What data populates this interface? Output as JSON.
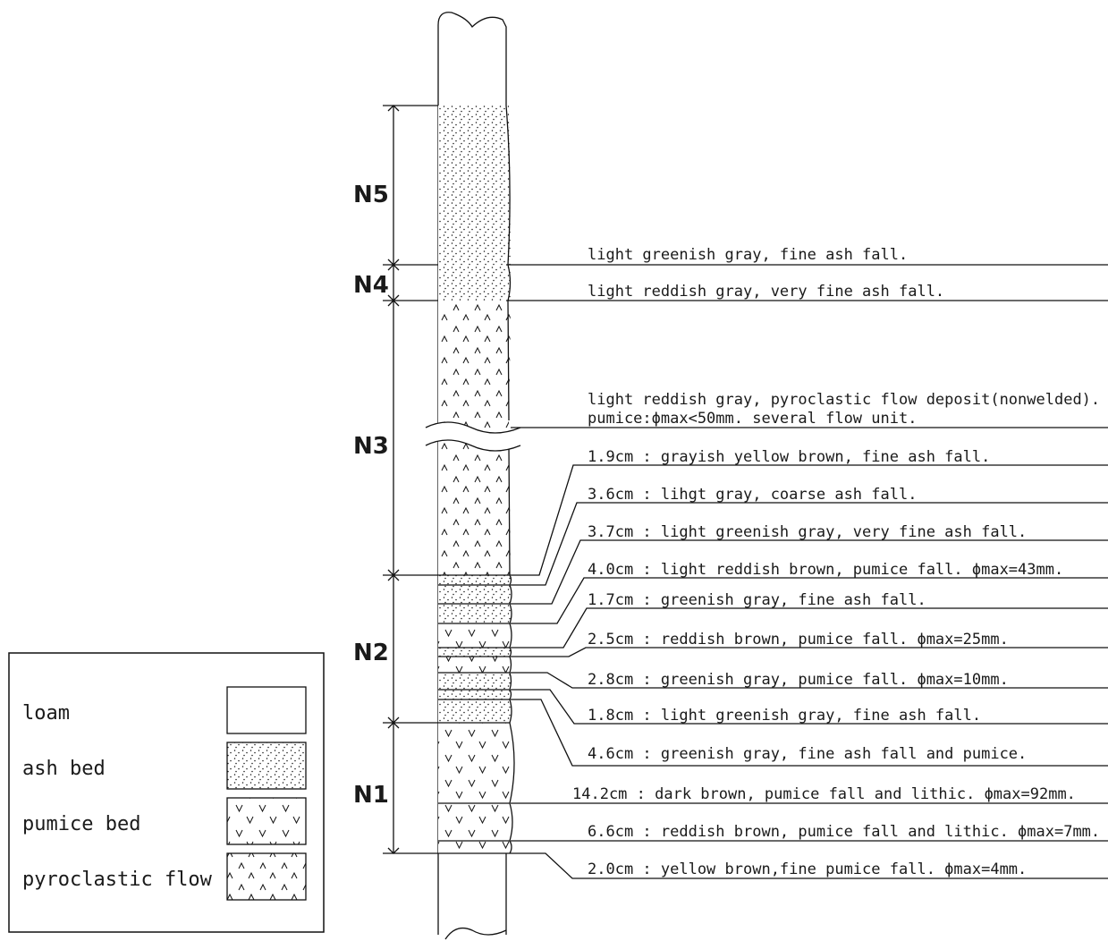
{
  "units": [
    {
      "label": "N5"
    },
    {
      "label": "N4"
    },
    {
      "label": "N3"
    },
    {
      "label": "N2"
    },
    {
      "label": "N1"
    }
  ],
  "descriptions": [
    "light greenish gray, fine ash fall.",
    "light reddish gray, very fine ash fall.",
    "light reddish gray, pyroclastic flow deposit(nonwelded).",
    "pumice:ϕmax<50mm. several flow unit.",
    "1.9cm : grayish yellow brown, fine ash fall.",
    "3.6cm : lihgt gray, coarse ash fall.",
    "3.7cm : light greenish gray, very fine ash fall.",
    "4.0cm : light reddish brown, pumice fall. ϕmax=43mm.",
    "1.7cm : greenish gray, fine ash fall.",
    "2.5cm : reddish brown, pumice fall. ϕmax=25mm.",
    "2.8cm : greenish gray, pumice fall. ϕmax=10mm.",
    "1.8cm : light greenish gray, fine ash fall.",
    "4.6cm : greenish gray, fine ash fall and pumice.",
    "14.2cm : dark brown, pumice fall and lithic. ϕmax=92mm.",
    "6.6cm : reddish brown, pumice fall and lithic. ϕmax=7mm.",
    "2.0cm : yellow brown,fine pumice fall. ϕmax=4mm."
  ],
  "legend": {
    "items": [
      {
        "label": "loam",
        "pattern": "loam"
      },
      {
        "label": "ash bed",
        "pattern": "ash"
      },
      {
        "label": "pumice bed",
        "pattern": "pumice"
      },
      {
        "label": "pyroclastic flow",
        "pattern": "flow"
      }
    ]
  }
}
